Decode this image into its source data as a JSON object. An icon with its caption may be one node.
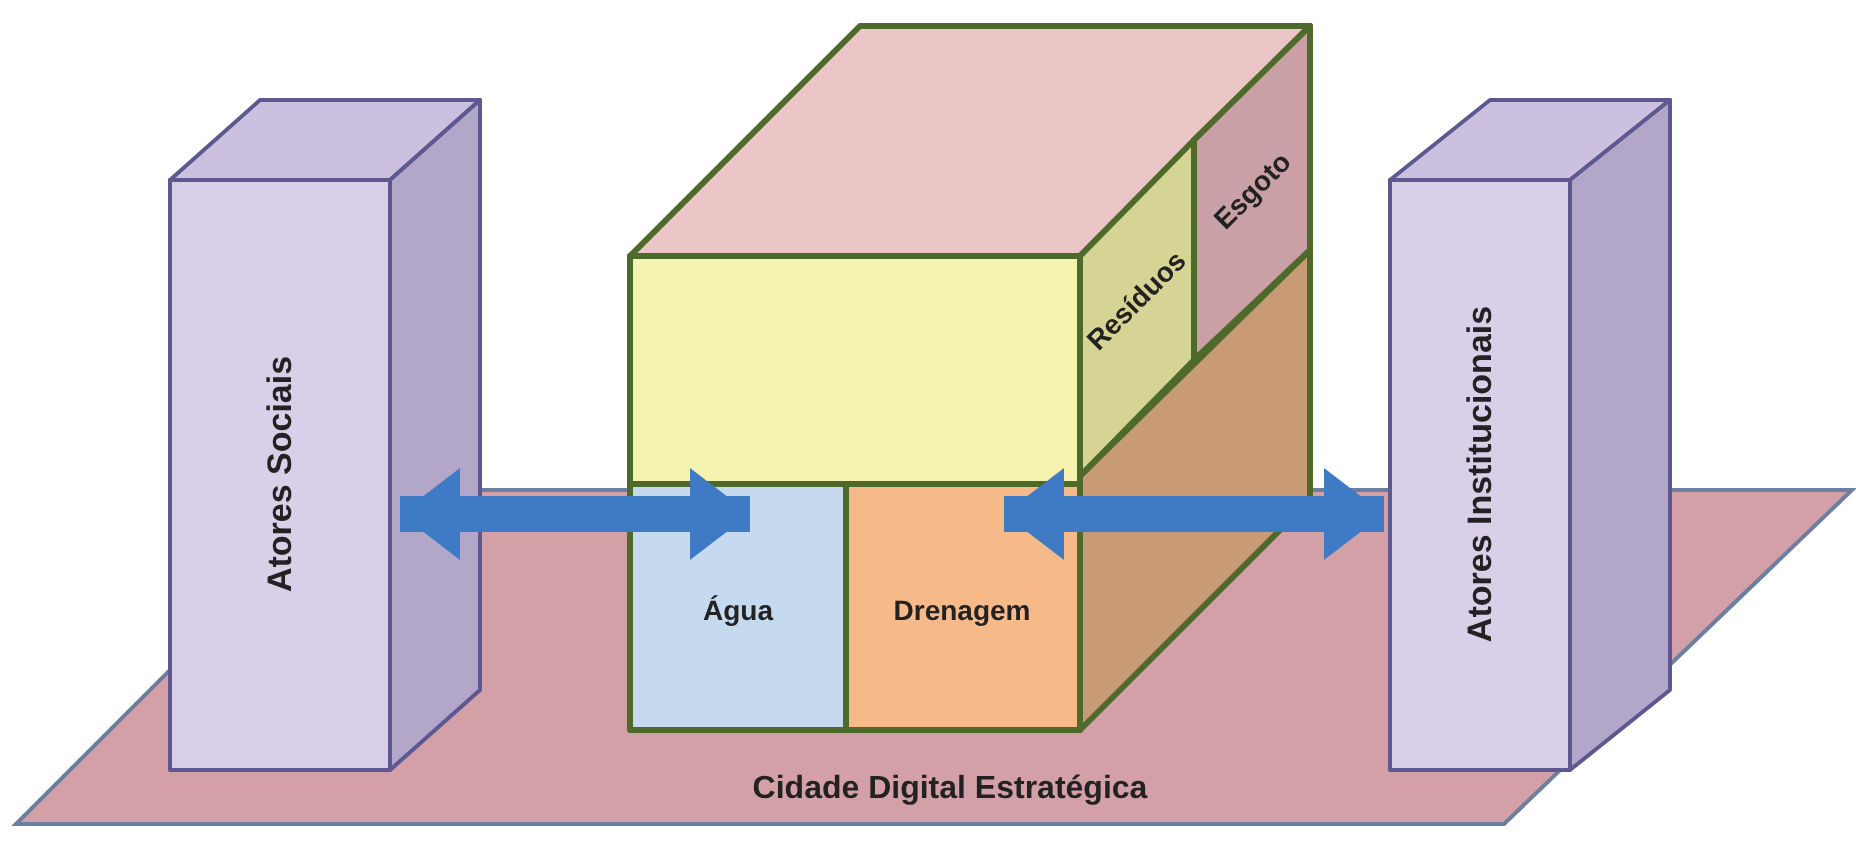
{
  "diagram": {
    "nodes": [
      {
        "text": [
          "Cidade Digital Estratégica"
        ]
      },
      {
        "text": [
          "Atores Sociais"
        ]
      },
      {
        "text": [],
        "shape": "box"
      },
      {
        "text": [
          "Água"
        ],
        "in": 2
      },
      {
        "text": [
          "Drenagem"
        ],
        "in": 2
      },
      {
        "text": [
          "Resíduos"
        ],
        "in": 2
      },
      {
        "text": [
          "Esgoto"
        ],
        "in": 2
      },
      {
        "text": [
          "Atores Institucionais"
        ]
      }
    ],
    "edges": [
      {
        "from": 1,
        "to": 3,
        "arrow": "both"
      },
      {
        "from": 4,
        "to": 7,
        "arrow": "both"
      }
    ]
  }
}
